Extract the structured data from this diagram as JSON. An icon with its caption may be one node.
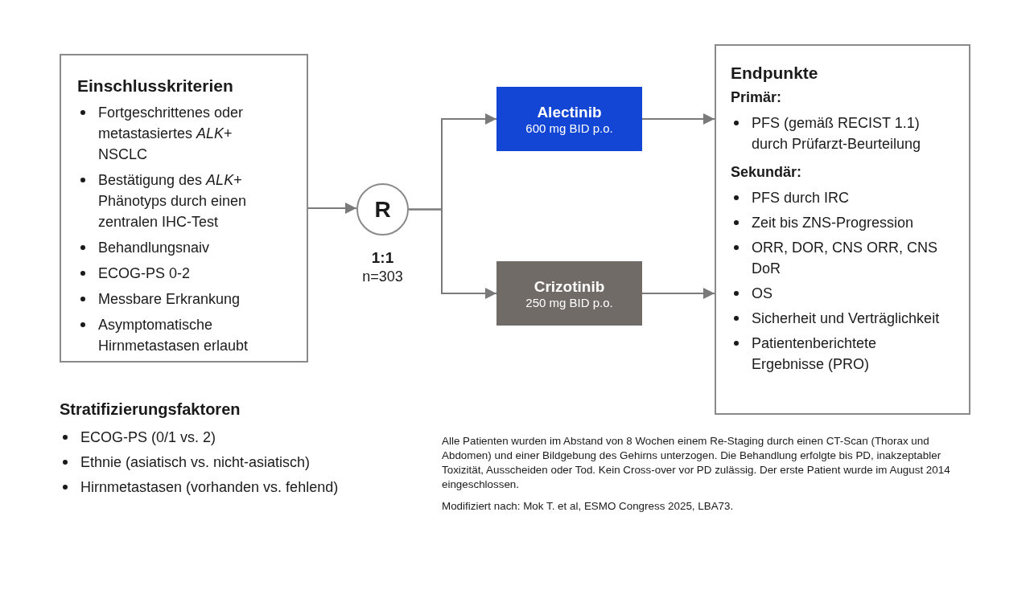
{
  "diagram": {
    "nodes": [
      {
        "text": [
          "Einschlusskriterien",
          "Fortgeschrittenes oder metastasiertes *ALK*+ NSCLC",
          "Bestätigung des *ALK*+ Phänotyps durch einen zentralen IHC-Test",
          "Behandlungsnaiv",
          "ECOG-PS 0-2",
          "Messbare Erkrankung",
          "Asymptomatische Hirnmetastasen erlaubt"
        ]
      },
      {
        "text": [
          "R"
        ],
        "beside": [
          "1:1",
          "n=303"
        ]
      },
      {
        "text": [
          "Alectinib",
          "600 mg BID p.o."
        ]
      },
      {
        "text": [
          "Crizotinib",
          "250 mg BID p.o."
        ]
      },
      {
        "text": [
          "Endpunkte",
          "Primär:",
          "PFS (gemäß RECIST 1.1) durch Prüfarzt-Beurteilung",
          "Sekundär:",
          "PFS durch IRC",
          "Zeit bis ZNS-Progression",
          "ORR, DOR, CNS ORR, CNS DoR",
          "OS",
          "Sicherheit und Verträglichkeit",
          "Patientenberichtete Ergebnisse (PRO)"
        ]
      }
    ],
    "edges": [
      {
        "from": 0,
        "to": 1,
        "arrow": "to"
      },
      {
        "from": 1,
        "to": 2,
        "arrow": "to"
      },
      {
        "from": 1,
        "to": 3,
        "arrow": "to"
      },
      {
        "from": 2,
        "to": 4,
        "arrow": "to"
      },
      {
        "from": 3,
        "to": 4,
        "arrow": "to"
      }
    ],
    "labels": [
      "Stratifizierungsfaktoren",
      "ECOG-PS (0/1 vs. 2)",
      "Ethnie (asiatisch vs. nicht-asiatisch)",
      "Hirnmetastasen (vorhanden vs. fehlend)",
      "Alle Patienten wurden im Abstand von 8 Wochen einem Re-Staging durch einen CT-Scan (Thorax und Abdomen) und einer Bildgebung des Gehirns unterzogen. Die Behandlung erfolgte bis PD, inakzeptabler Toxizität, Ausscheiden oder Tod. Kein Cross-over vor PD zulässig. Der erste Patient wurde im August 2014 eingeschlossen.",
      "Modifiziert nach: Mok T. et al, ESMO Congress 2025, LBA73."
    ]
  }
}
